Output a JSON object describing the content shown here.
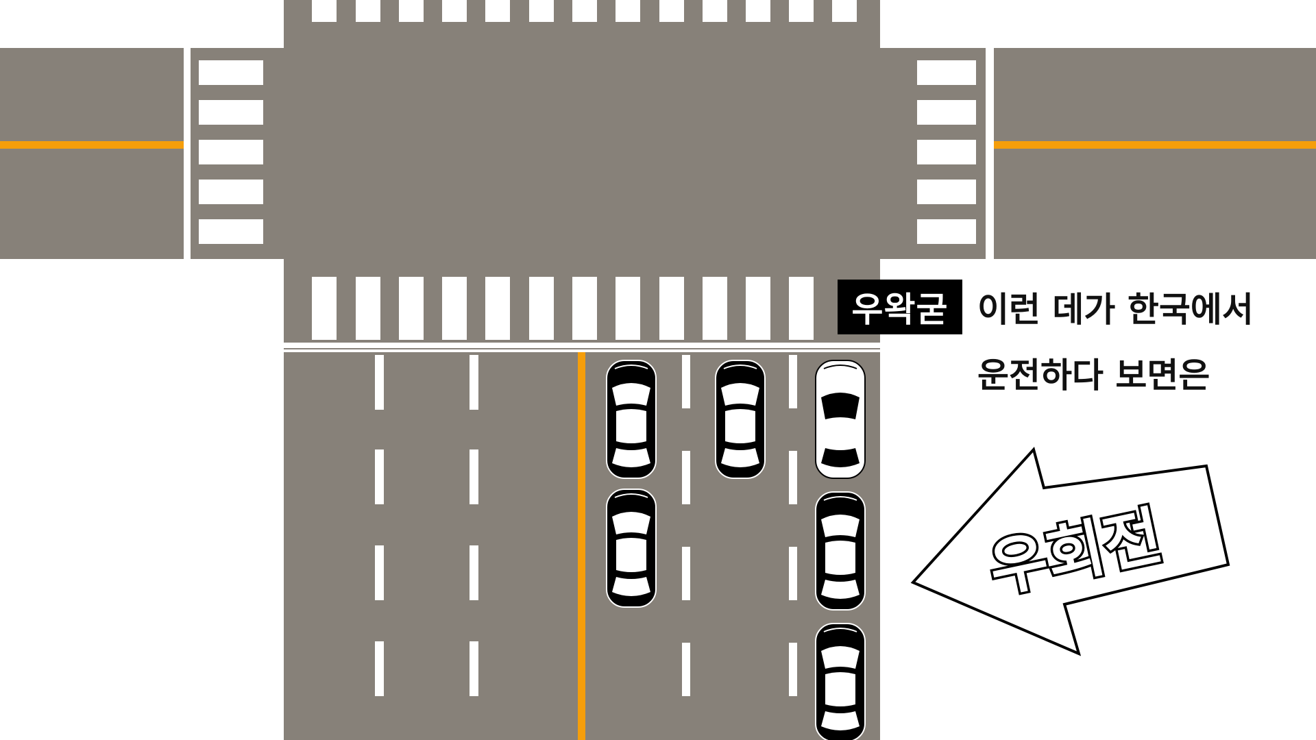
{
  "scene": {
    "colors": {
      "road": "#878179",
      "marking": "#ffffff",
      "center_line": "#f59e0b",
      "car_black": "#000000",
      "car_white": "#ffffff"
    },
    "cars": [
      {
        "lane": 1,
        "row": 1,
        "color": "black"
      },
      {
        "lane": 1,
        "row": 2,
        "color": "black"
      },
      {
        "lane": 2,
        "row": 1,
        "color": "black"
      },
      {
        "lane": 3,
        "row": 1,
        "color": "white"
      },
      {
        "lane": 3,
        "row": 2,
        "color": "black"
      },
      {
        "lane": 3,
        "row": 3,
        "color": "black"
      }
    ],
    "tag": "우왁굳",
    "caption_line1": "이런 데가 한국에서",
    "caption_line2": "운전하다 보면은",
    "arrow_label": "우회전",
    "arrow_icon": "arrow-left-icon"
  }
}
